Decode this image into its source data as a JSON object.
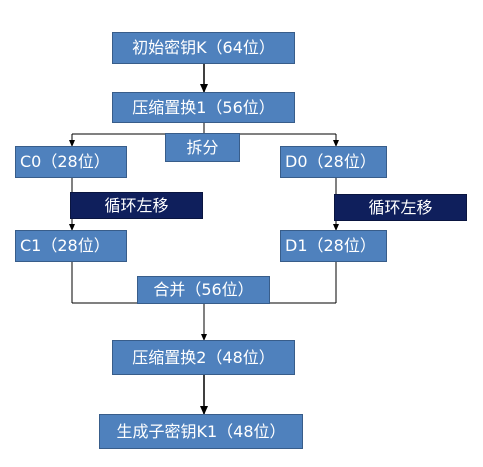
{
  "diagram": {
    "nodes": {
      "initial_key": "初始密钥K（64位）",
      "pc1": "压缩置换1（56位）",
      "split": "拆分",
      "c0": "C0（28位）",
      "d0": "D0（28位）",
      "left_shift_c": "循环左移",
      "left_shift_d": "循环左移",
      "c1": "C1（28位）",
      "d1": "D1（28位）",
      "merge": "合并（56位）",
      "pc2": "压缩置换2（48位）",
      "subkey": "生成子密钥K1（48位）"
    },
    "colors": {
      "box_fill": "#4f81bd",
      "box_dark_fill": "#0f1f5c",
      "line": "#000000"
    }
  }
}
